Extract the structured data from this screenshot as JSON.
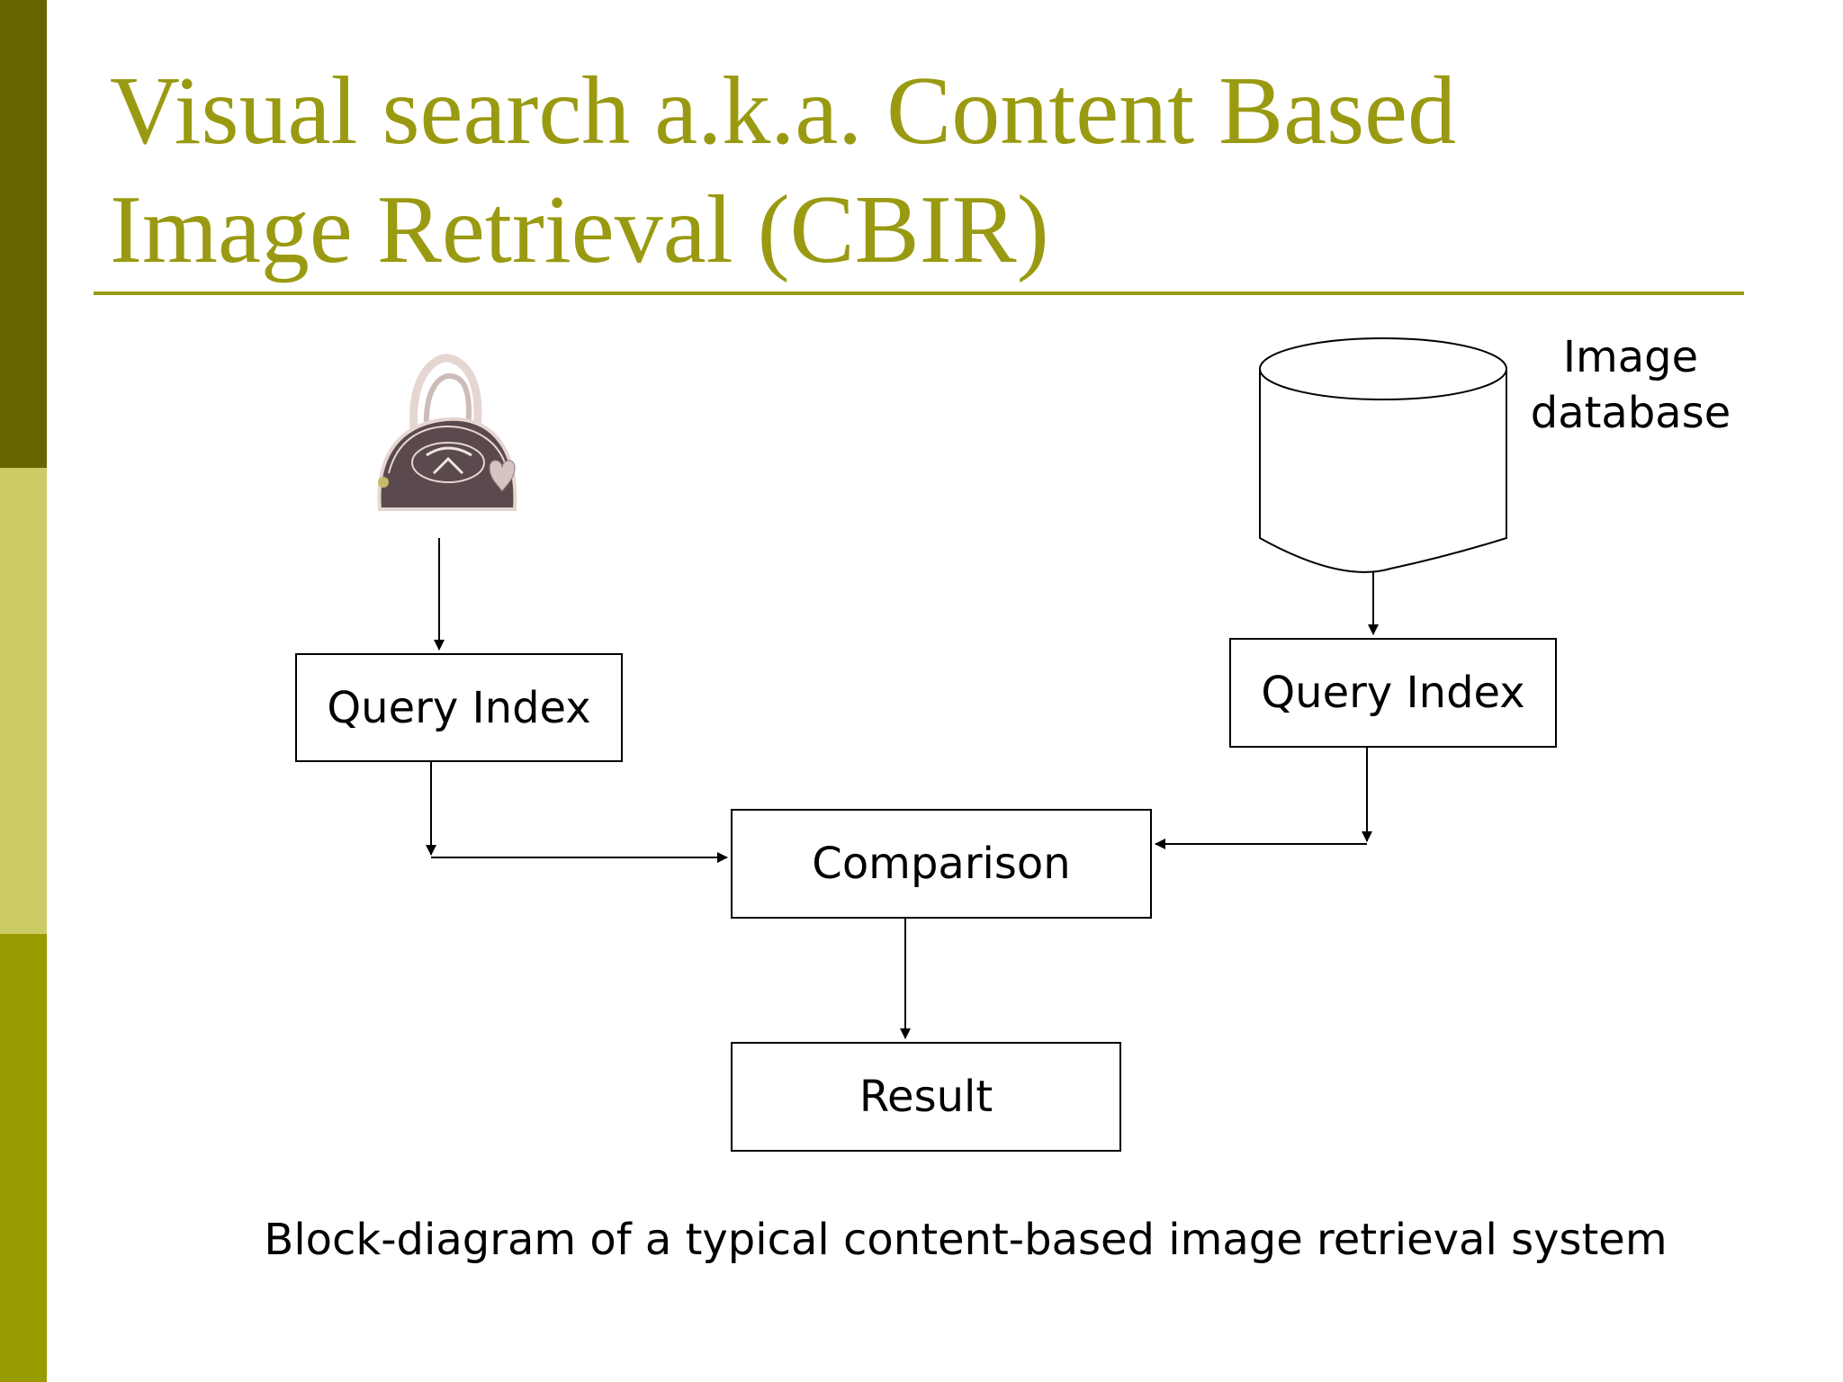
{
  "slide": {
    "title_line1": "Visual search a.k.a. Content Based",
    "title_line2": "Image Retrieval (CBIR)",
    "caption": "Block-diagram of a typical content-based image retrieval system"
  },
  "diagram": {
    "query_index_left": "Query Index",
    "query_index_right": "Query Index",
    "comparison": "Comparison",
    "result": "Result",
    "db_label_line1": "Image",
    "db_label_line2": "database",
    "query_image_icon": "handbag-icon",
    "database_icon": "cylinder-database-icon"
  },
  "colors": {
    "title": "#9a9a12",
    "sidebar_top": "#666600",
    "sidebar_mid": "#cccc66",
    "sidebar_bottom": "#999900",
    "bag_body": "#5a4a4d",
    "bag_trim": "#e6d6d2"
  }
}
